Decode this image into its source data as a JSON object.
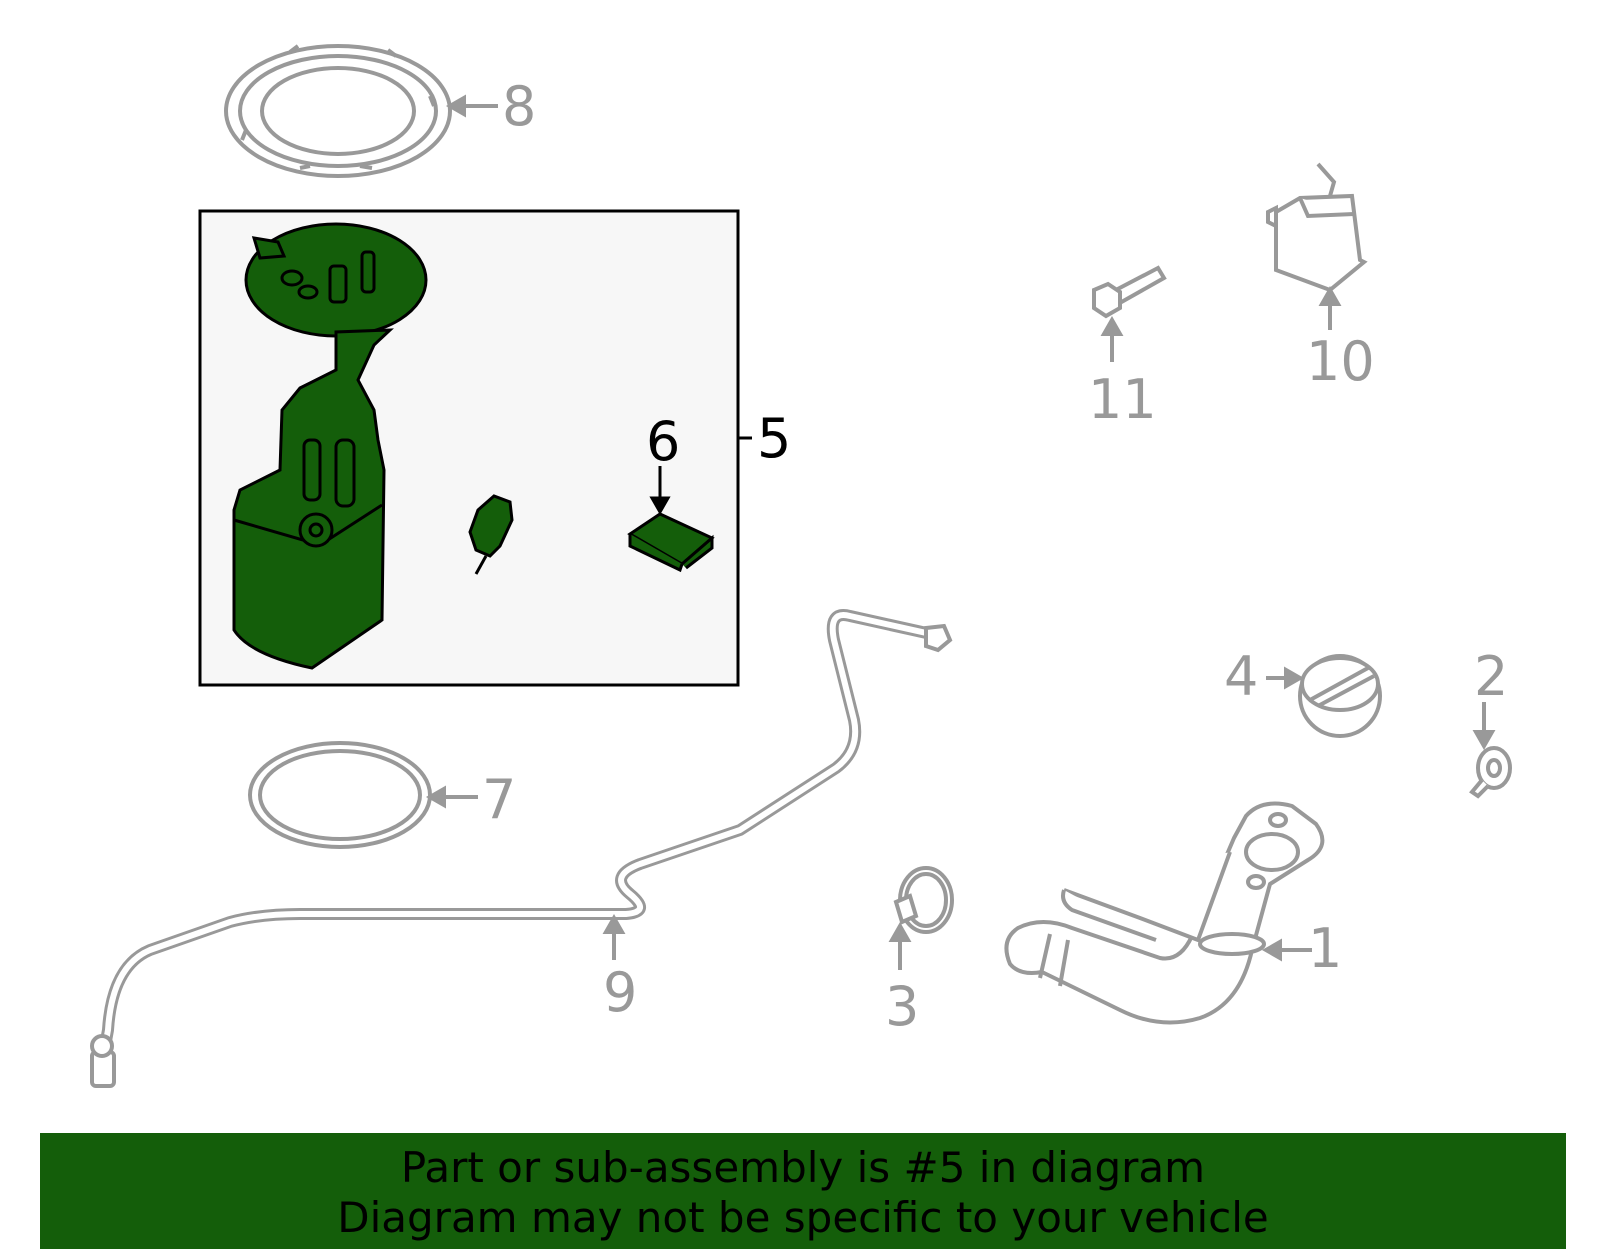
{
  "colors": {
    "highlight": "#145e0a",
    "outline_muted": "#999999",
    "box_fill": "#f7f7f7",
    "banner_bg": "#145e0a"
  },
  "callouts": {
    "c1": "1",
    "c2": "2",
    "c3": "3",
    "c4": "4",
    "c5": "5",
    "c6": "6",
    "c7": "7",
    "c8": "8",
    "c9": "9",
    "c10": "10",
    "c11": "11"
  },
  "banner": {
    "line1": "Part or sub-assembly is #5 in diagram",
    "line2": "Diagram may not be specific to your vehicle"
  }
}
